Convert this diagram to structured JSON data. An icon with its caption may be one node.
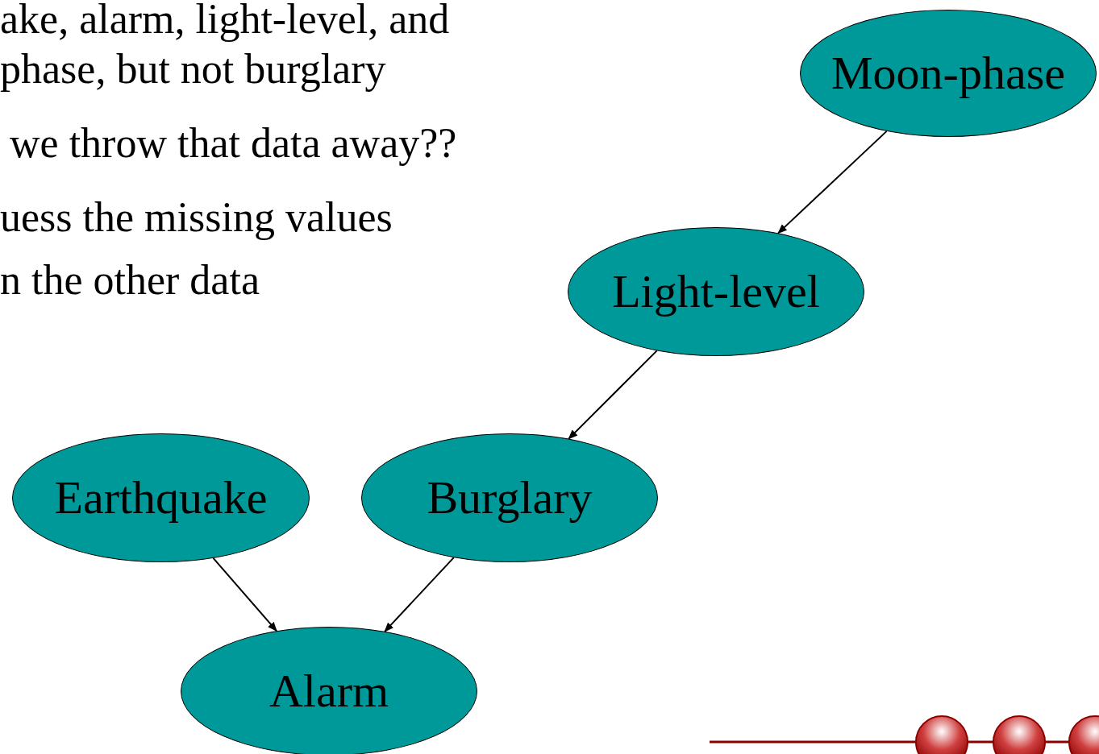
{
  "diagram": {
    "nodes": [
      {
        "text": [
          "Moon-phase"
        ]
      },
      {
        "text": [
          "Light-level"
        ]
      },
      {
        "text": [
          "Earthquake"
        ]
      },
      {
        "text": [
          "Burglary"
        ]
      },
      {
        "text": [
          "Alarm"
        ]
      }
    ],
    "edges": [
      {
        "from": 0,
        "to": 1,
        "arrow": "to"
      },
      {
        "from": 1,
        "to": 3,
        "arrow": "to"
      },
      {
        "from": 2,
        "to": 4,
        "arrow": "to"
      },
      {
        "from": 3,
        "to": 4,
        "arrow": "to"
      }
    ],
    "labels": [
      "ake, alarm, light-level, and",
      "phase, but not burglary",
      "we throw that data away??",
      "uess the missing values",
      "n the other data"
    ]
  }
}
